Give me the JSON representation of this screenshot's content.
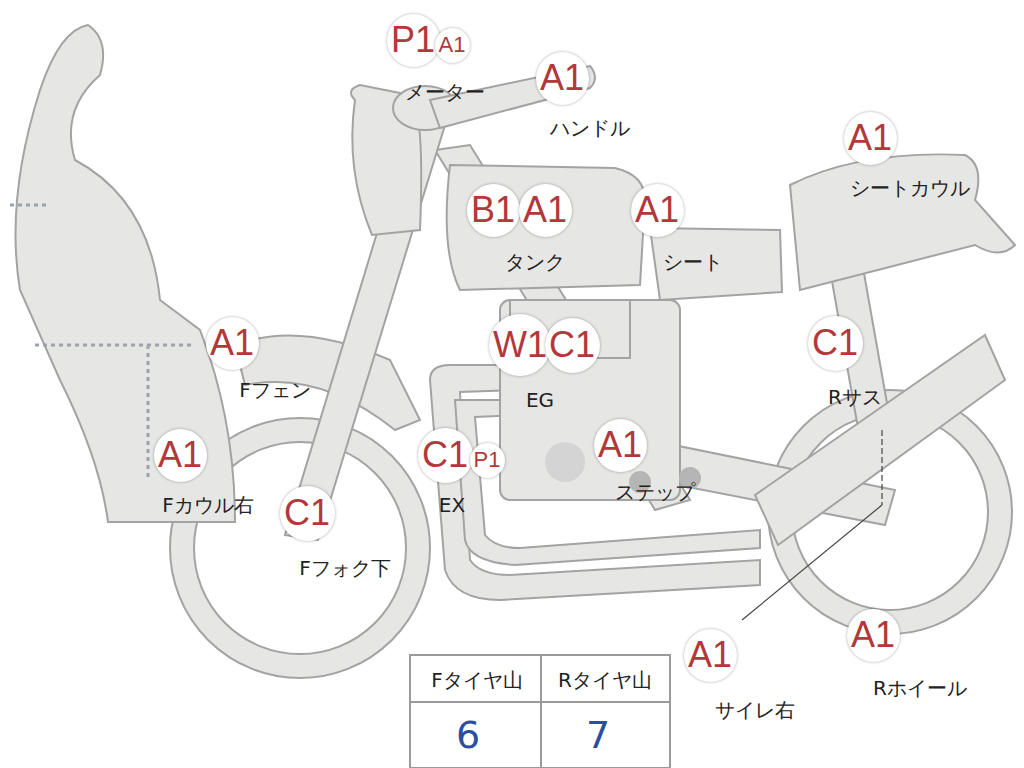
{
  "diagram": {
    "nodes": [
      {
        "text": [
          "P1"
        ]
      },
      {
        "text": [
          "A1"
        ]
      },
      {
        "text": [
          "A1"
        ]
      },
      {
        "text": [
          "A1"
        ]
      },
      {
        "text": [
          "B1"
        ]
      },
      {
        "text": [
          "A1"
        ]
      },
      {
        "text": [
          "A1"
        ]
      },
      {
        "text": [
          "A1"
        ]
      },
      {
        "text": [
          "W1"
        ]
      },
      {
        "text": [
          "C1"
        ]
      },
      {
        "text": [
          "C1"
        ]
      },
      {
        "text": [
          "A1"
        ]
      },
      {
        "text": [
          "C1"
        ]
      },
      {
        "text": [
          "P1"
        ]
      },
      {
        "text": [
          "A1"
        ]
      },
      {
        "text": [
          "C1"
        ]
      },
      {
        "text": [
          "A1"
        ]
      },
      {
        "text": [
          "A1"
        ]
      }
    ],
    "labels": [
      "メーター",
      "ハンドル",
      "シートカウル",
      "タンク",
      "シート",
      "Fフェン",
      "EG",
      "Rサス",
      "Fカウル右",
      "EX",
      "ステップ",
      "Fフォク下",
      "サイレ右",
      "Rホイール",
      "Fタイヤ山",
      "Rタイヤ山",
      "6",
      "7"
    ]
  }
}
